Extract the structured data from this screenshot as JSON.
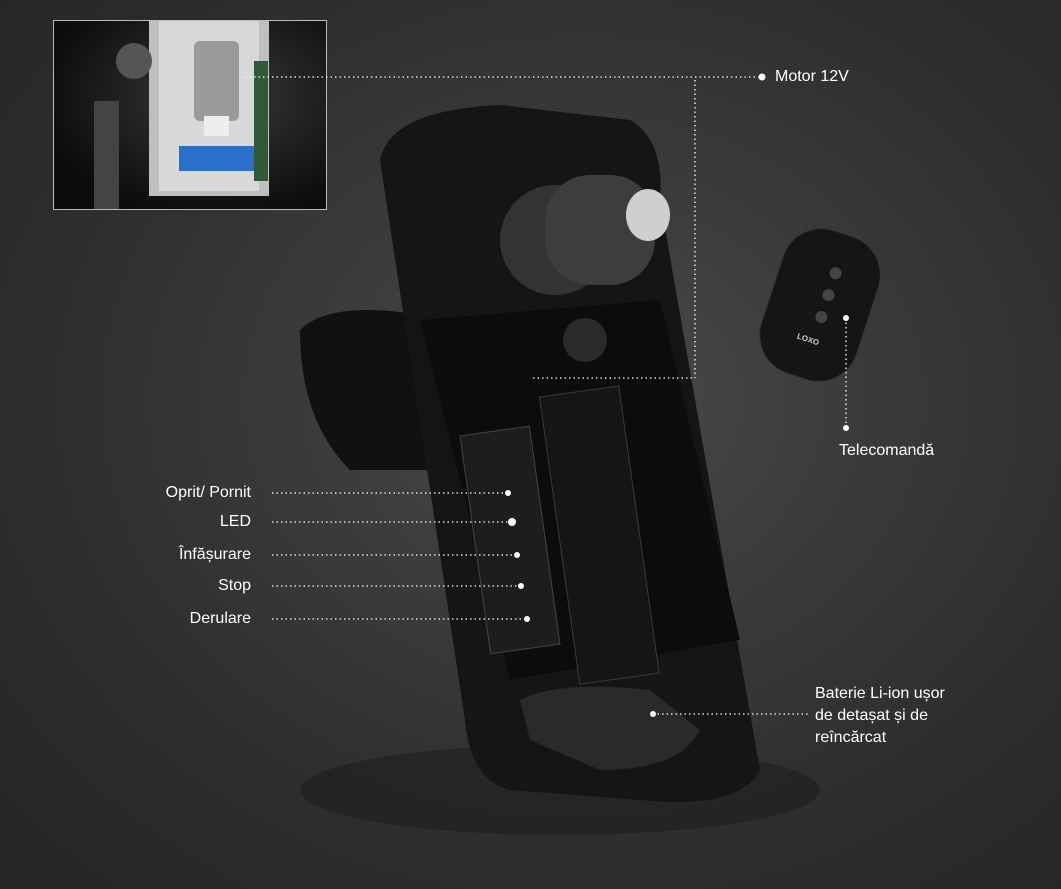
{
  "labels": {
    "motor": "Motor 12V",
    "remote": "Telecomandă",
    "on_off": "Oprit/ Pornit",
    "led": "LED",
    "wind": "Înfășurare",
    "stop": "Stop",
    "unwind": "Derulare",
    "battery": [
      "Baterie Li-ion ușor",
      "de detașat și de",
      "reîncărcat"
    ]
  },
  "remote_brand": "LOXO"
}
